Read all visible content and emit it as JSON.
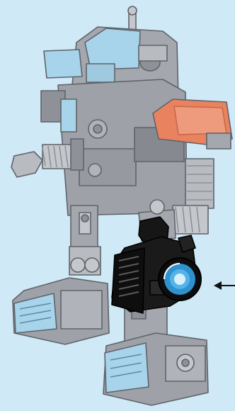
{
  "image": {
    "subject": "instruction-step-illustration",
    "highlighted_part": "black-camera-module-with-blue-lens",
    "callout": "arrow-pointing-left"
  },
  "colors": {
    "background": "#cfe9f6",
    "ghost_body": "#a9adb3",
    "ghost_dark": "#8e9298",
    "ghost_outline": "#6a6e74",
    "transparent_blue": "#a7d4ea",
    "orange_panel": "#e9825f",
    "part_black": "#121212",
    "lens_blue": "#39a8e6",
    "lens_light": "#bfe6fb"
  }
}
